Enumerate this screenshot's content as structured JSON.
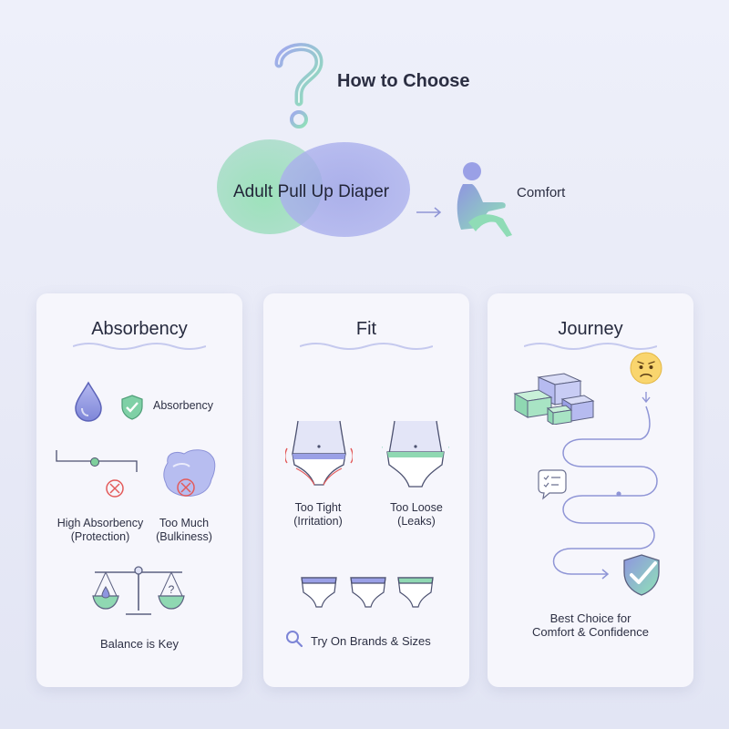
{
  "header": {
    "title": "How to Choose",
    "venn_label": "Adult Pull Up Diaper",
    "comfort_label": "Comfort"
  },
  "cards": {
    "absorbency": {
      "title": "Absorbency",
      "shield_label": "Absorbency",
      "high_label_1": "High Absorbency",
      "high_label_2": "(Protection)",
      "much_label_1": "Too Much",
      "much_label_2": "(Bulkiness)",
      "balance_label": "Balance is Key"
    },
    "fit": {
      "title": "Fit",
      "tight_label_1": "Too Tight",
      "tight_label_2": "(Irritation)",
      "loose_label_1": "Too Loose",
      "loose_label_2": "(Leaks)",
      "try_label": "Try On Brands & Sizes"
    },
    "journey": {
      "title": "Journey",
      "best_label_1": "Best Choice for",
      "best_label_2": "Comfort & Confidence"
    }
  },
  "colors": {
    "accent_purple": "#7d85d6",
    "accent_green": "#7fd6a4",
    "warning_red": "#e35a5a",
    "card_bg": "#f6f6fc"
  }
}
